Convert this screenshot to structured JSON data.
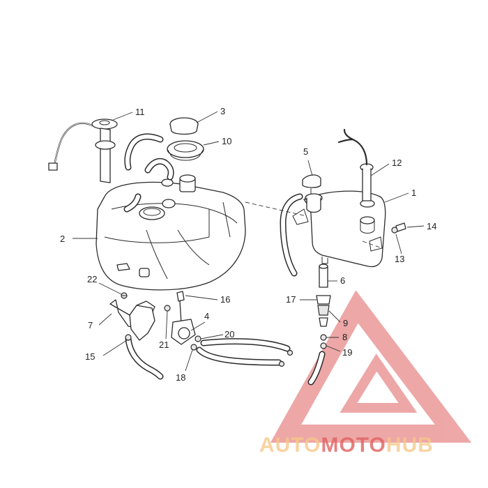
{
  "callouts": [
    {
      "label": "11"
    },
    {
      "label": "3"
    },
    {
      "label": "10"
    },
    {
      "label": "5"
    },
    {
      "label": "12"
    },
    {
      "label": "1"
    },
    {
      "label": "2"
    },
    {
      "label": "14"
    },
    {
      "label": "13"
    },
    {
      "label": "6"
    },
    {
      "label": "22"
    },
    {
      "label": "16"
    },
    {
      "label": "17"
    },
    {
      "label": "7"
    },
    {
      "label": "4"
    },
    {
      "label": "9"
    },
    {
      "label": "21"
    },
    {
      "label": "20"
    },
    {
      "label": "8"
    },
    {
      "label": "15"
    },
    {
      "label": "19"
    },
    {
      "label": "18"
    }
  ],
  "watermark": {
    "part1": "AUTO",
    "part2": "MOTO",
    "part3": "HUB",
    "color_light": "#f5c88a",
    "color_red": "#e06060"
  }
}
